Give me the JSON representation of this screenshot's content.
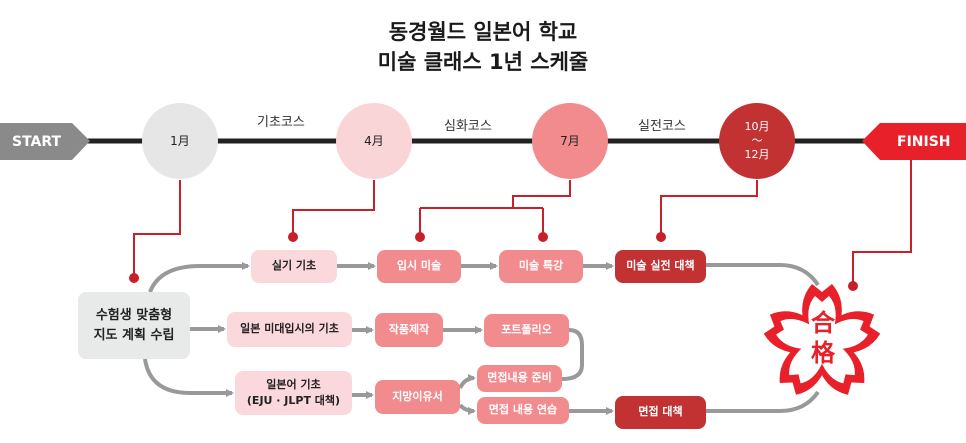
{
  "title": {
    "line1": "동경월드 일본어 학교",
    "line2": "미술 클래스 1년 스케줄"
  },
  "timeline": {
    "start": "START",
    "finish": "FINISH",
    "months": [
      {
        "label": "1月"
      },
      {
        "label": "4月"
      },
      {
        "label": "7月"
      },
      {
        "label": "10月\n～\n12月"
      }
    ],
    "courses": [
      "기초코스",
      "심화코스",
      "실전코스"
    ]
  },
  "boxes": {
    "plan": "수험생 맞춤형\n지도 계획 수립",
    "row1": [
      "실기 기초",
      "입시 미술",
      "미술 특강",
      "미술 실전 대책"
    ],
    "row2": [
      "일본 미대입시의 기초",
      "작품제작",
      "포트폴리오"
    ],
    "row3": [
      "일본어 기초\n(EJU · JLPT 대책)",
      "지망이유서",
      "면접내용 준비",
      "면접 내용 연습",
      "면접 대책"
    ]
  },
  "goal": {
    "text": "合\n格"
  },
  "colors": {
    "light": "#fad8db",
    "mid": "#f28b8e",
    "dark": "#c23232",
    "red": "#e8202a",
    "gray": "#8a8a8a"
  }
}
